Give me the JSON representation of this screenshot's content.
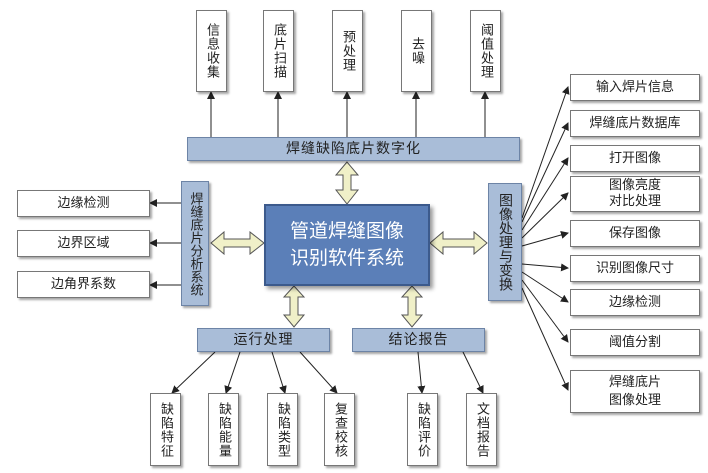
{
  "center": {
    "title": "管道焊缝图像\n识别软件系统"
  },
  "top_bar": {
    "label": "焊缝缺陷底片数字化"
  },
  "top_items": [
    "信息收集",
    "底片扫描",
    "预处理",
    "去噪",
    "阈值处理"
  ],
  "left_bar": {
    "label": "焊缝底片分析系统"
  },
  "left_items": [
    "边缘检测",
    "边界区域",
    "边角界系数"
  ],
  "right_bar": {
    "label": "图像处理与变换"
  },
  "right_items": [
    "输入焊片信息",
    "焊缝底片数据库",
    "打开图像",
    "图像亮度\n对比处理",
    "保存图像",
    "识别图像尺寸",
    "边缘检测",
    "阈值分割",
    "焊缝底片\n图像处理"
  ],
  "bottom_left_bar": {
    "label": "运行处理"
  },
  "bottom_left_items": [
    "缺陷特征",
    "缺陷能量",
    "缺陷类型",
    "复查校核"
  ],
  "bottom_right_bar": {
    "label": "结论报告"
  },
  "bottom_right_items": [
    "缺陷评价",
    "文档报告"
  ],
  "colors": {
    "bar_fill": "#a9bdd8",
    "center_fill": "#5b7fb8",
    "arrow_fill": "#f0f0c8",
    "line": "#222222"
  }
}
